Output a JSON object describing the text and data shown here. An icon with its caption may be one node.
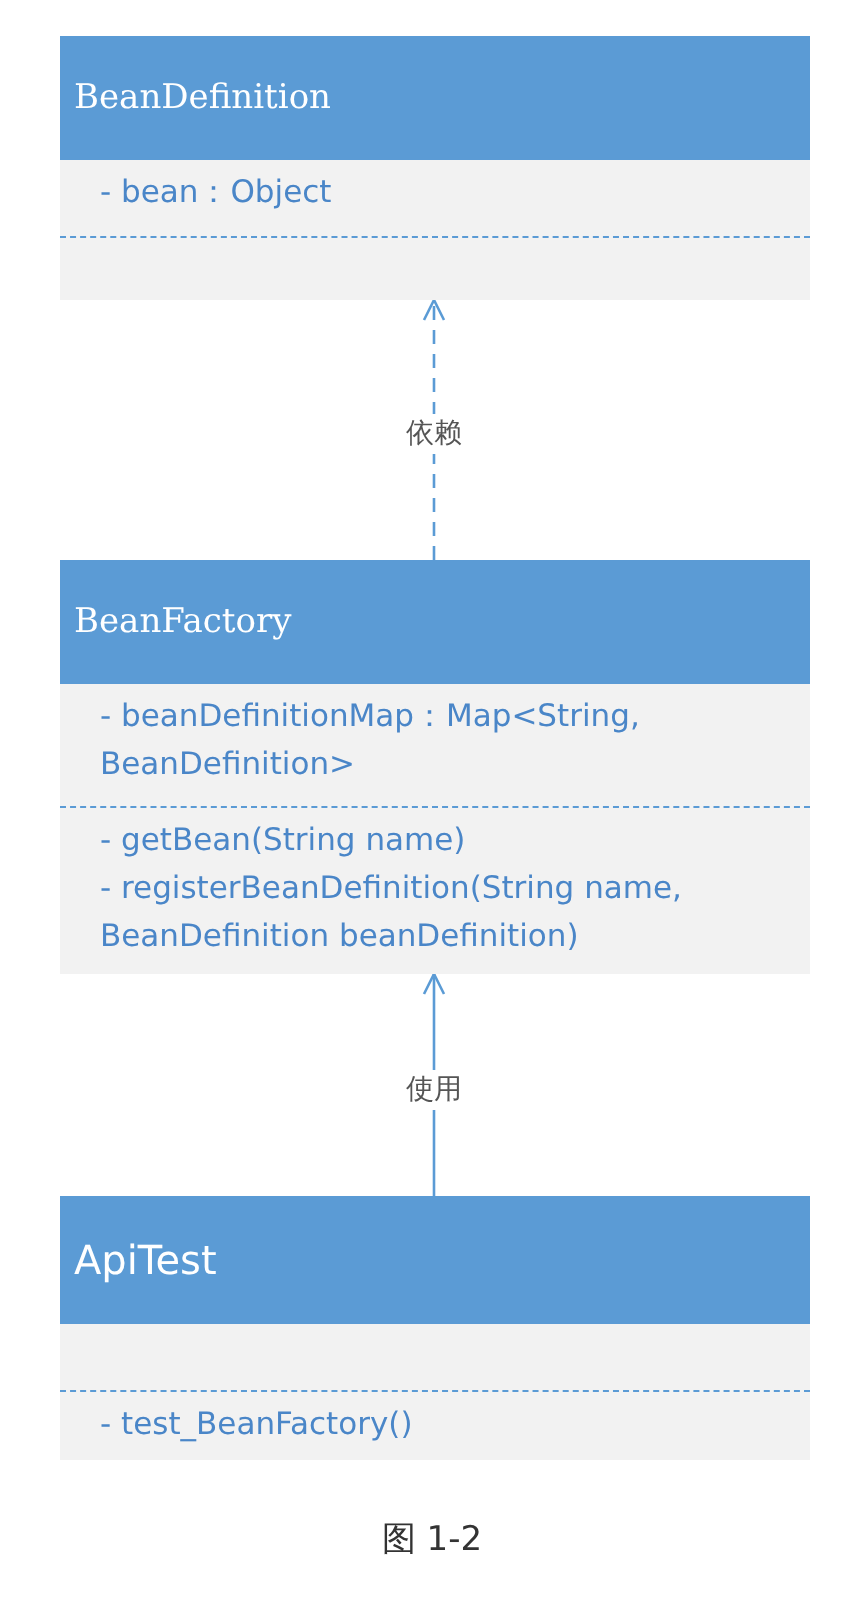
{
  "diagram": {
    "caption": "图 1-2",
    "nodes": [
      {
        "text": [
          "BeanDefinition",
          "- bean：Object"
        ]
      },
      {
        "text": [
          "BeanFactory",
          "- beanDefinitionMap：Map<String, BeanDefinition>",
          "- getBean(String name)",
          "- registerBeanDefinition(String name, BeanDefinition beanDefinition)"
        ]
      },
      {
        "text": [
          "ApiTest",
          "- test_BeanFactory()"
        ]
      }
    ],
    "edges": [
      {
        "from": 1,
        "to": 0,
        "arrow": "to",
        "label": "依赖",
        "style": "dashed"
      },
      {
        "from": 2,
        "to": 1,
        "arrow": "to",
        "label": "使用"
      }
    ]
  }
}
